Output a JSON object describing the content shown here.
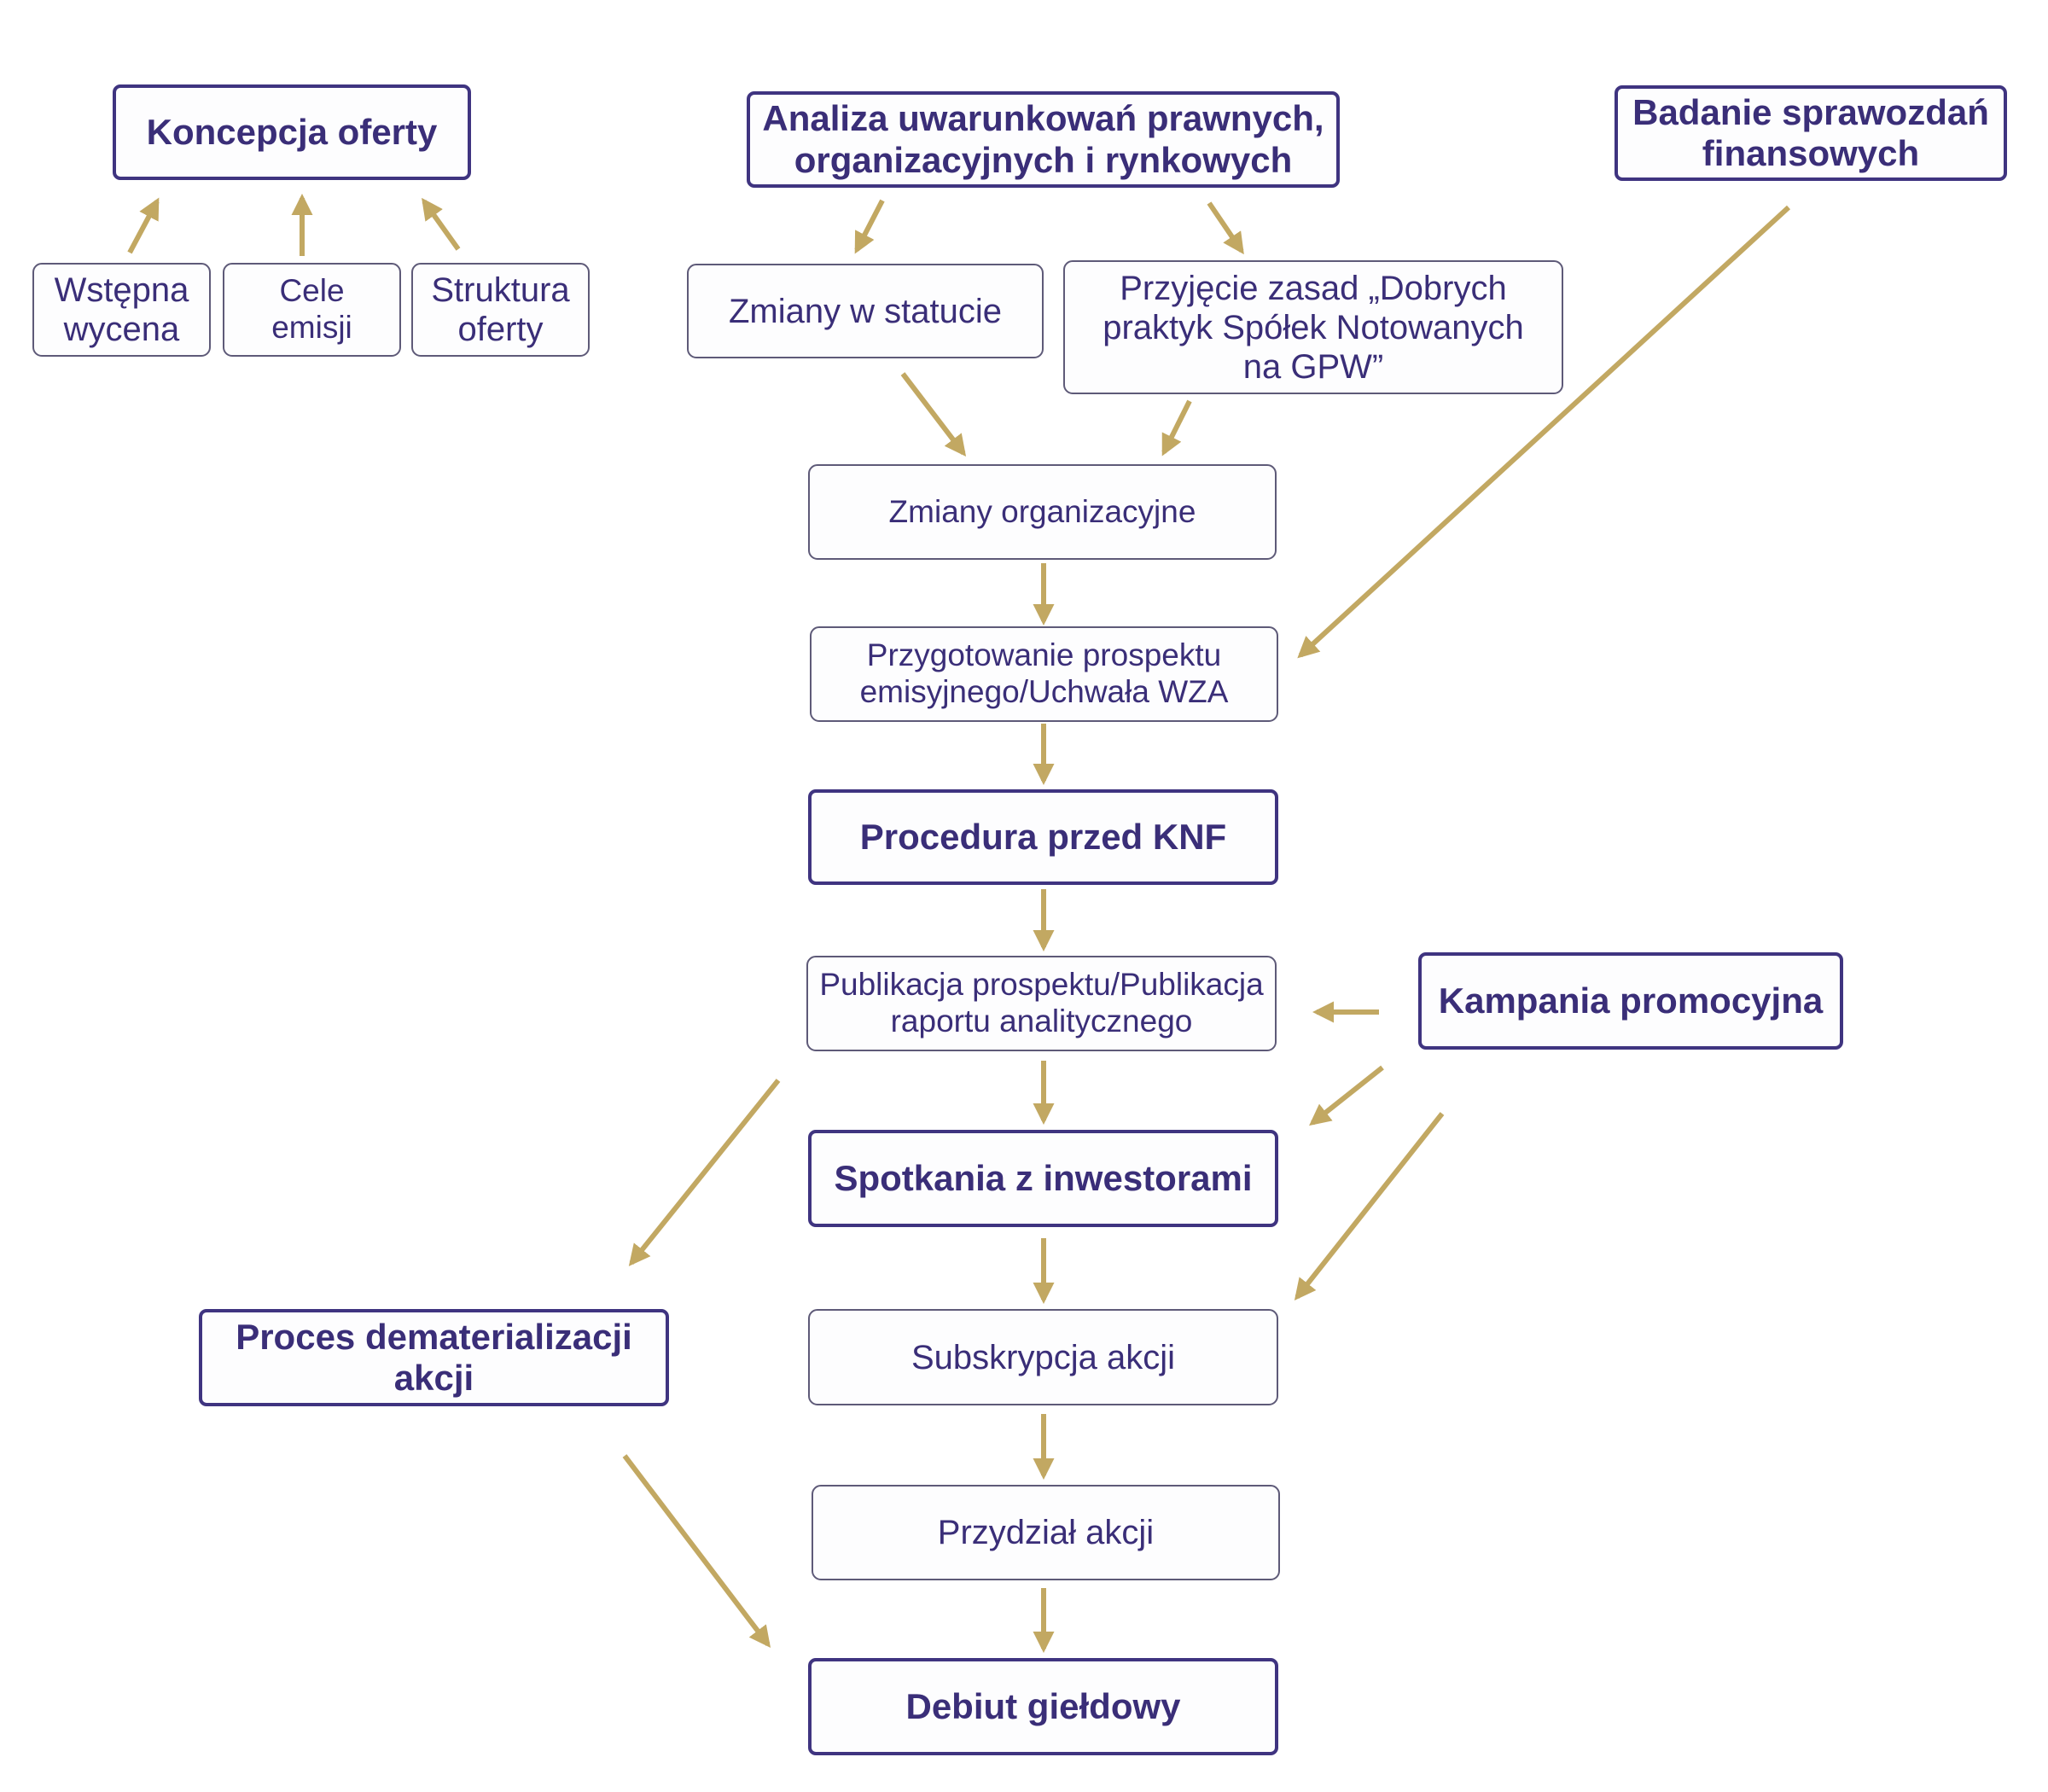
{
  "diagram": {
    "accent_color": "#c2a862",
    "text_color": "#3a2e78",
    "nodes": {
      "koncepcja": "Koncepcja oferty",
      "analiza": "Analiza uwarunkowań prawnych,\norganizacyjnych i rynkowych",
      "badanie": "Badanie sprawozdań\nfinansowych",
      "wstepna": "Wstępna\nwycena",
      "cele": "Cele\nemisji",
      "struktura": "Struktura\noferty",
      "zmiany_statut": "Zmiany w statucie",
      "przyjecie": "Przyjęcie zasad „Dobrych\npraktyk Spółek Notowanych\nna GPW”",
      "zmiany_org": "Zmiany organizacyjne",
      "przygotowanie": "Przygotowanie prospektu\nemisyjnego/Uchwała WZA",
      "procedura": "Procedura przed KNF",
      "publikacja": "Publikacja prospektu/Publikacja\nraportu analitycznego",
      "kampania": "Kampania promocyjna",
      "spotkania": "Spotkania z inwestorami",
      "dematerializacja": "Proces dematerializacji\nakcji",
      "subskrypcja": "Subskrypcja akcji",
      "przydzial": "Przydział akcji",
      "debiut": "Debiut giełdowy"
    }
  }
}
